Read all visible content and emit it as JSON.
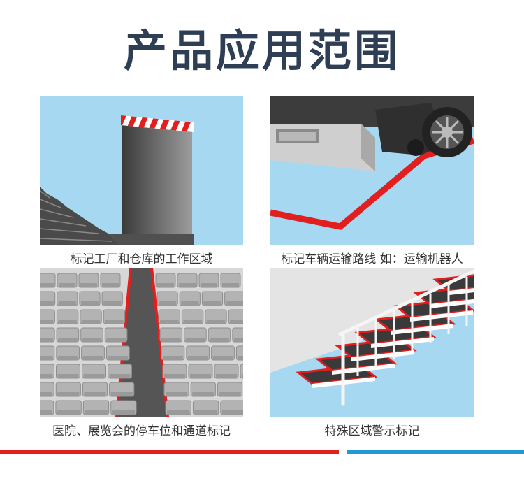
{
  "title": "产品应用范围",
  "panels": [
    {
      "caption": "标记工厂和仓库的工作区域"
    },
    {
      "caption": "标记车辆运输路线  如：运输机器人"
    },
    {
      "caption": "医院、展览会的停车位和通道标记"
    },
    {
      "caption": "特殊区域警示标记"
    }
  ],
  "colors": {
    "title": "#2e3e55",
    "floor": "#a6d8f2",
    "tape_red": "#e21e1e",
    "bar_red": "#e21e1e",
    "bar_blue": "#1f9ad6"
  }
}
